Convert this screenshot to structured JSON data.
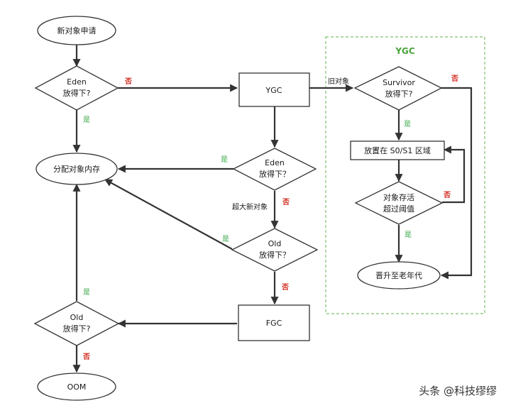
{
  "nodes": {
    "new_object_request": "新对象申请",
    "eden_check_1": [
      "Eden",
      "放得下?"
    ],
    "ygc": "YGC",
    "allocate_memory": "分配对象内存",
    "eden_check_2": [
      "Eden",
      "放得下？"
    ],
    "old_check_1": [
      "Old",
      "放得下？"
    ],
    "fgc": "FGC",
    "old_check_2": [
      "Old",
      "放得下?"
    ],
    "oom": "OOM",
    "survivor_check": [
      "Survivor",
      "放得下?"
    ],
    "place_s0_s1": "放置在 S0/S1 区域",
    "age_check": [
      "对象存活",
      "超过阈值"
    ],
    "promote_old": "晋升至老年代"
  },
  "region": {
    "title": "YGC"
  },
  "labels": {
    "yes": "是",
    "no": "否",
    "old_objects": "旧对象",
    "huge_object": "超大新对象"
  },
  "watermark": "头条 @科技缪缪",
  "colors": {
    "yes": "#3aa84a",
    "no": "#d42a1e",
    "region_border": "#7fbf6f",
    "region_title": "#4aa33a",
    "line": "#333333"
  }
}
